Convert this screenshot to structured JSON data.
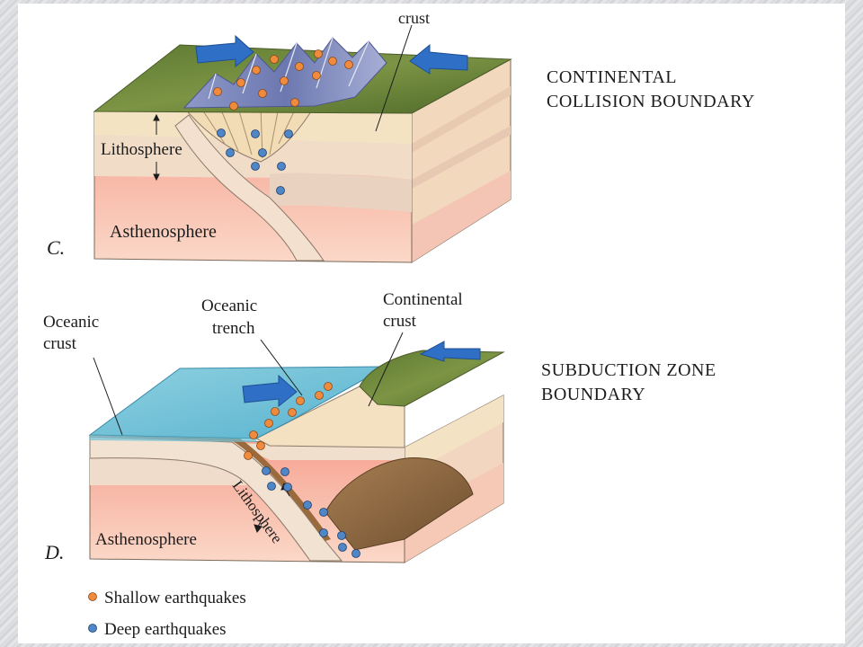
{
  "diagram_c": {
    "letter": "C.",
    "title_line1": "CONTINENTAL",
    "title_line2": "COLLISION BOUNDARY",
    "label_crust": "crust",
    "label_lithosphere": "Lithosphere",
    "label_asthenosphere": "Asthenosphere"
  },
  "diagram_d": {
    "letter": "D.",
    "title_line1": "SUBDUCTION ZONE",
    "title_line2": "BOUNDARY",
    "label_oceanic_crust_1": "Oceanic",
    "label_oceanic_crust_2": "crust",
    "label_trench_1": "Oceanic",
    "label_trench_2": "trench",
    "label_continental_crust_1": "Continental",
    "label_continental_crust_2": "crust",
    "label_lithosphere": "Lithosphere",
    "label_asthenosphere": "Asthenosphere"
  },
  "legend": {
    "shallow": "Shallow earthquakes",
    "deep": "Deep earthquakes",
    "shallow_color": "#f08a3c",
    "deep_color": "#4f86c6"
  }
}
